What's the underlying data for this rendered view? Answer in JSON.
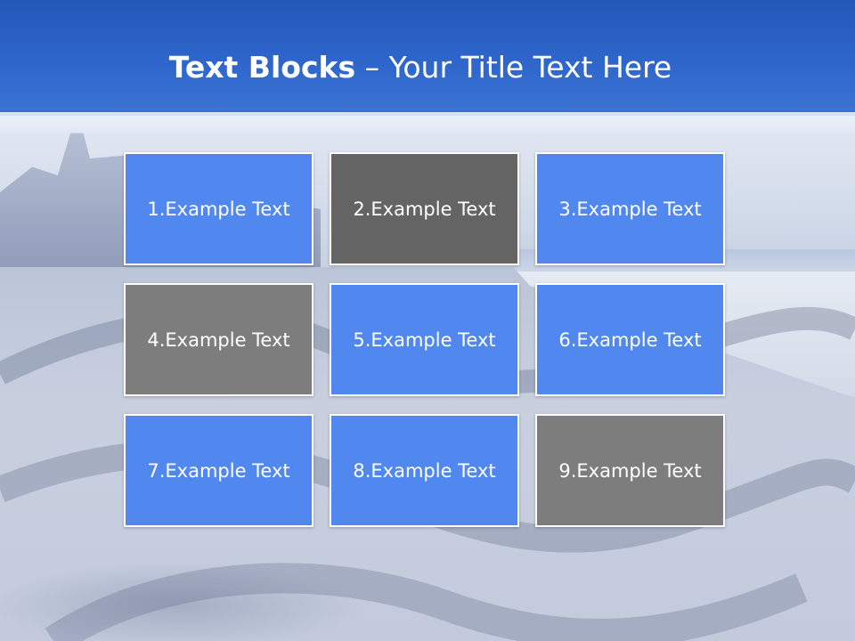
{
  "title": {
    "bold": "Text Blocks",
    "separator": " – ",
    "rest": "Your Title Text Here"
  },
  "colors": {
    "header": "#2e66cc",
    "blue_block": "#5188ef",
    "dark_block": "#646464",
    "gray_block": "#7d7d7d"
  },
  "blocks": [
    {
      "label": "1.Example Text",
      "style": "blue"
    },
    {
      "label": "2.Example Text",
      "style": "dark"
    },
    {
      "label": "3.Example Text",
      "style": "blue"
    },
    {
      "label": "4.Example Text",
      "style": "gray"
    },
    {
      "label": "5.Example Text",
      "style": "blue"
    },
    {
      "label": "6.Example Text",
      "style": "blue"
    },
    {
      "label": "7.Example Text",
      "style": "blue"
    },
    {
      "label": "8.Example Text",
      "style": "blue"
    },
    {
      "label": "9.Example Text",
      "style": "gray"
    }
  ]
}
